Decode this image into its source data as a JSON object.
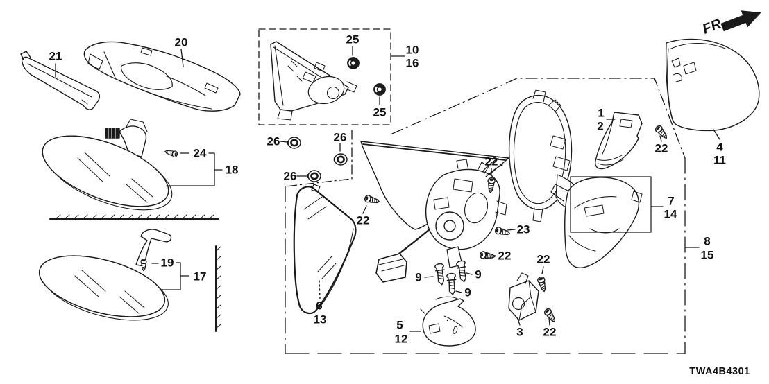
{
  "diagram": {
    "code": "TWA4B4301",
    "direction_label": "FR.",
    "colors": {
      "line": "#1a1a1a",
      "background": "#ffffff"
    },
    "callouts": [
      {
        "text": "21"
      },
      {
        "text": "20"
      },
      {
        "text": "25"
      },
      {
        "text": "10"
      },
      {
        "text": "16"
      },
      {
        "text": "25"
      },
      {
        "text": "26"
      },
      {
        "text": "26"
      },
      {
        "text": "26"
      },
      {
        "text": "24"
      },
      {
        "text": "18"
      },
      {
        "text": "22"
      },
      {
        "text": "22"
      },
      {
        "text": "23"
      },
      {
        "text": "22"
      },
      {
        "text": "22"
      },
      {
        "text": "9"
      },
      {
        "text": "9"
      },
      {
        "text": "9"
      },
      {
        "text": "6"
      },
      {
        "text": "13"
      },
      {
        "text": "5"
      },
      {
        "text": "12"
      },
      {
        "text": "3"
      },
      {
        "text": "22"
      },
      {
        "text": "1"
      },
      {
        "text": "2"
      },
      {
        "text": "22"
      },
      {
        "text": "4"
      },
      {
        "text": "11"
      },
      {
        "text": "7"
      },
      {
        "text": "14"
      },
      {
        "text": "8"
      },
      {
        "text": "15"
      },
      {
        "text": "17"
      },
      {
        "text": "19"
      }
    ]
  }
}
